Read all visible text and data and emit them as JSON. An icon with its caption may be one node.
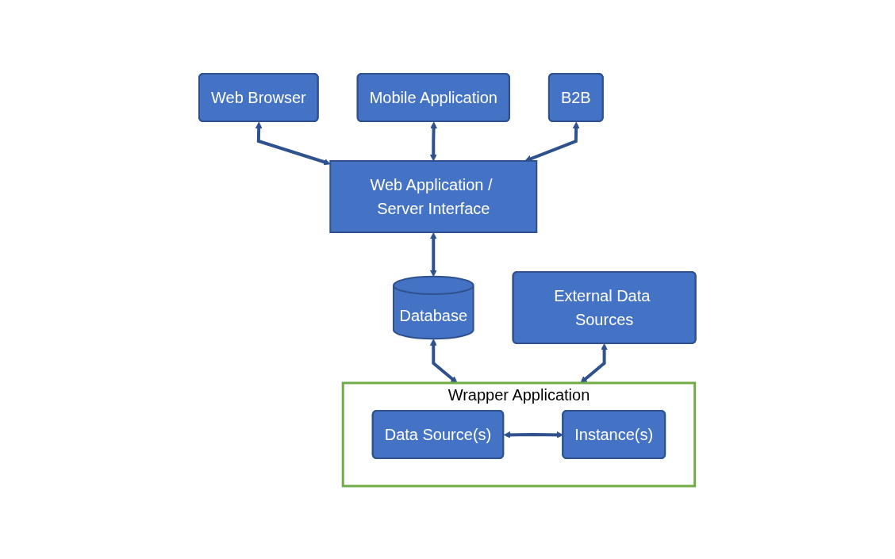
{
  "diagram": {
    "nodes": [
      {
        "text": [
          "Web Browser"
        ]
      },
      {
        "text": [
          "Mobile Application"
        ]
      },
      {
        "text": [
          "B2B"
        ]
      },
      {
        "text": [
          "Web Application / Server Interface"
        ]
      },
      {
        "text": [
          "Database"
        ]
      },
      {
        "text": [
          "Wrapper Application"
        ]
      },
      {
        "text": [
          "Data Source(s)"
        ],
        "in": 5
      },
      {
        "text": [
          "Instance(s)"
        ],
        "in": 5
      },
      {
        "text": [
          "External Data Sources"
        ]
      }
    ],
    "edges": [
      {
        "from": 0,
        "to": 3,
        "arrow": "both"
      },
      {
        "from": 1,
        "to": 3,
        "arrow": "both"
      },
      {
        "from": 2,
        "to": 3,
        "arrow": "both"
      },
      {
        "from": 3,
        "to": 4,
        "arrow": "both"
      },
      {
        "from": 4,
        "to": 5,
        "arrow": "both"
      },
      {
        "from": 8,
        "to": 5,
        "arrow": "both"
      },
      {
        "from": 6,
        "to": 7,
        "arrow": "both"
      }
    ]
  }
}
